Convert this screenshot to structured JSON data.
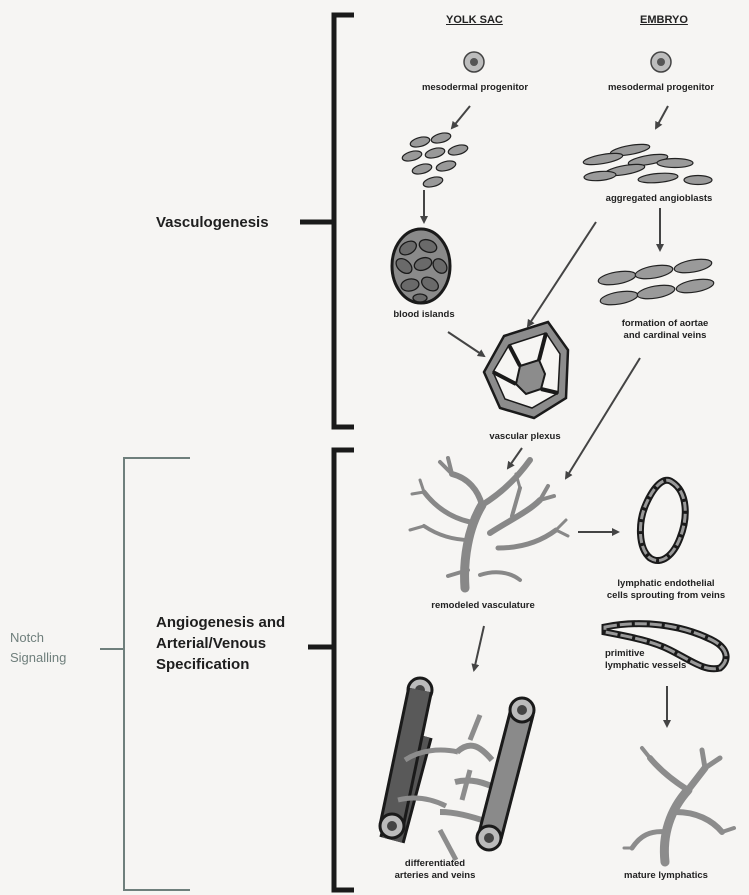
{
  "headers": {
    "yolk_sac": "YOLK SAC",
    "embryo": "EMBRYO"
  },
  "stages": {
    "vasculogenesis": "Vasculogenesis",
    "angiogenesis_line1": "Angiogenesis and",
    "angiogenesis_line2": "Arterial/Venous",
    "angiogenesis_line3": "Specification",
    "notch_line1": "Notch",
    "notch_line2": "Signalling"
  },
  "labels": {
    "mesodermal_left": "mesodermal progenitor",
    "mesodermal_right": "mesodermal progenitor",
    "aggregated": "aggregated angioblasts",
    "blood_islands": "blood islands",
    "aortae_1": "formation of aortae",
    "aortae_2": "and cardinal veins",
    "plexus": "vascular plexus",
    "remodeled": "remodeled vasculature",
    "lymph_endo_1": "lymphatic endothelial",
    "lymph_endo_2": "cells sprouting from veins",
    "primitive_1": "primitive",
    "primitive_2": "lymphatic vessels",
    "diff_1": "differentiated",
    "diff_2": "arteries and veins",
    "mature": "mature lymphatics"
  }
}
